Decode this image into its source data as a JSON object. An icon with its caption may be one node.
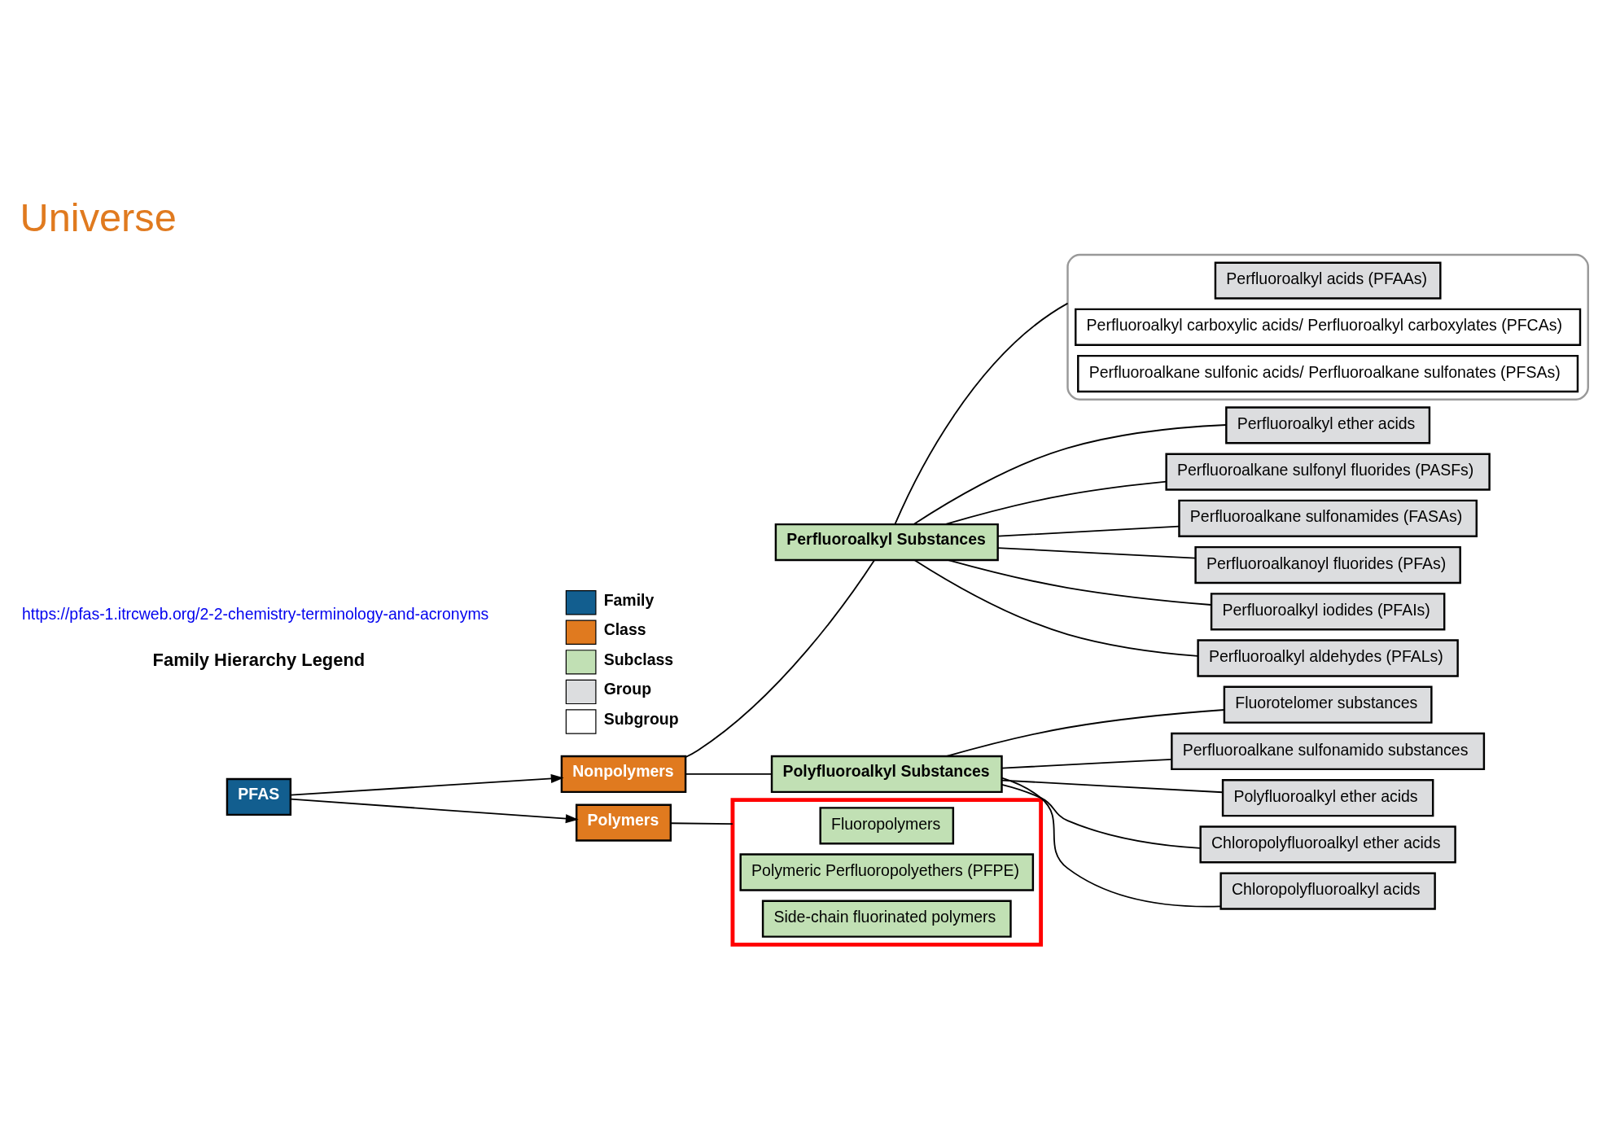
{
  "diagram": {
    "title": "Universe",
    "nodes": [
      {
        "text": [
          "PFAS"
        ]
      },
      {
        "text": [
          "Nonpolymers"
        ]
      },
      {
        "text": [
          "Polymers"
        ]
      },
      {
        "text": [
          "Perfluoroalkyl Substances"
        ]
      },
      {
        "text": [
          "Polyfluoroalkyl Substances"
        ]
      },
      {
        "text": [],
        "shape": "box"
      },
      {
        "text": [
          "Perfluoroalkyl acids (PFAAs)"
        ],
        "in": 5
      },
      {
        "text": [
          "Perfluoroalkyl carboxylic acids/ Perfluoroalkyl carboxylates (PFCAs)"
        ],
        "in": 5
      },
      {
        "text": [
          "Perfluoroalkane sulfonic acids/ Perfluoroalkane sulfonates (PFSAs)"
        ],
        "in": 5
      },
      {
        "text": [
          "Perfluoroalkyl ether acids"
        ]
      },
      {
        "text": [
          "Perfluoroalkane sulfonyl fluorides (PASFs)"
        ]
      },
      {
        "text": [
          "Perfluoroalkane sulfonamides (FASAs)"
        ]
      },
      {
        "text": [
          "Perfluoroalkanoyl fluorides (PFAs)"
        ]
      },
      {
        "text": [
          "Perfluoroalkyl iodides (PFAIs)"
        ]
      },
      {
        "text": [
          "Perfluoroalkyl aldehydes (PFALs)"
        ]
      },
      {
        "text": [
          "Fluorotelomer substances"
        ]
      },
      {
        "text": [
          "Perfluoroalkane sulfonamido substances"
        ]
      },
      {
        "text": [
          "Polyfluoroalkyl ether acids"
        ]
      },
      {
        "text": [
          "Chloropolyfluoroalkyl ether acids"
        ]
      },
      {
        "text": [
          "Chloropolyfluoroalkyl acids"
        ]
      },
      {
        "text": [],
        "shape": "box"
      },
      {
        "text": [
          "Fluoropolymers"
        ],
        "in": 20
      },
      {
        "text": [
          "Polymeric Perfluoropolyethers (PFPE)"
        ],
        "in": 20
      },
      {
        "text": [
          "Side-chain fluorinated polymers"
        ],
        "in": 20
      }
    ],
    "edges": [
      {
        "from": 0,
        "to": 1,
        "arrow": "to"
      },
      {
        "from": 0,
        "to": 2,
        "arrow": "to"
      },
      {
        "from": 1,
        "to": 3,
        "arrow": "none"
      },
      {
        "from": 1,
        "to": 4,
        "arrow": "none"
      },
      {
        "from": 3,
        "to": 5,
        "arrow": "none"
      },
      {
        "from": 3,
        "to": 9,
        "arrow": "none"
      },
      {
        "from": 3,
        "to": 10,
        "arrow": "none"
      },
      {
        "from": 3,
        "to": 11,
        "arrow": "none"
      },
      {
        "from": 3,
        "to": 12,
        "arrow": "none"
      },
      {
        "from": 3,
        "to": 13,
        "arrow": "none"
      },
      {
        "from": 3,
        "to": 14,
        "arrow": "none"
      },
      {
        "from": 4,
        "to": 15,
        "arrow": "none"
      },
      {
        "from": 4,
        "to": 16,
        "arrow": "none"
      },
      {
        "from": 4,
        "to": 17,
        "arrow": "none"
      },
      {
        "from": 4,
        "to": 18,
        "arrow": "none"
      },
      {
        "from": 4,
        "to": 19,
        "arrow": "none"
      },
      {
        "from": 2,
        "to": 20,
        "arrow": "none"
      }
    ],
    "labels": [
      "Family Hierarchy Legend",
      "https://pfas-1.itrcweb.org/2-2-chemistry-terminology-and-acronyms"
    ],
    "legend": [
      {
        "text": "Family",
        "color": "#125e8f"
      },
      {
        "text": "Class",
        "color": "#e07a1f"
      },
      {
        "text": "Subclass",
        "color": "#c1e0b4"
      },
      {
        "text": "Group",
        "color": "#dcdddf"
      },
      {
        "text": "Subgroup",
        "color": "#ffffff"
      }
    ]
  }
}
